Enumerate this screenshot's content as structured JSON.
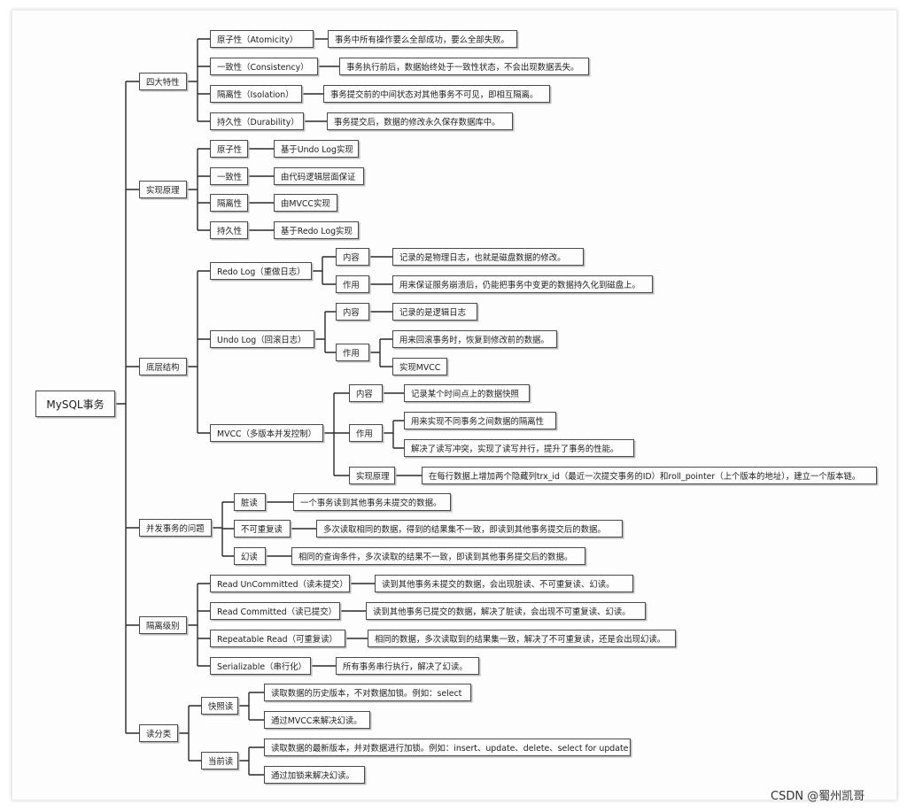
{
  "root": "MySQL事务",
  "sections": [
    {
      "label": "四大特性",
      "children": [
        {
          "label": "原子性（Atomicity）",
          "leaves": [
            "事务中所有操作要么全部成功，要么全部失败。"
          ]
        },
        {
          "label": "一致性（Consistency）",
          "leaves": [
            "事务执行前后，数据始终处于一致性状态，不会出现数据丢失。"
          ]
        },
        {
          "label": "隔离性（Isolation）",
          "leaves": [
            "事务提交前的中间状态对其他事务不可见，即相互隔离。"
          ]
        },
        {
          "label": "持久性（Durability）",
          "leaves": [
            "事务提交后，数据的修改永久保存数据库中。"
          ]
        }
      ]
    },
    {
      "label": "实现原理",
      "children": [
        {
          "label": "原子性",
          "leaves": [
            "基于Undo Log实现"
          ]
        },
        {
          "label": "一致性",
          "leaves": [
            "由代码逻辑层面保证"
          ]
        },
        {
          "label": "隔离性",
          "leaves": [
            "由MVCC实现"
          ]
        },
        {
          "label": "持久性",
          "leaves": [
            "基于Redo Log实现"
          ]
        }
      ]
    },
    {
      "label": "底层结构",
      "children": [
        {
          "label": "Redo Log（重做日志）",
          "groups": [
            {
              "label": "内容",
              "leaves": [
                "记录的是物理日志，也就是磁盘数据的修改。"
              ]
            },
            {
              "label": "作用",
              "leaves": [
                "用来保证服务崩溃后，仍能把事务中变更的数据持久化到磁盘上。"
              ]
            }
          ]
        },
        {
          "label": "Undo Log（回滚日志）",
          "groups": [
            {
              "label": "内容",
              "leaves": [
                "记录的是逻辑日志"
              ]
            },
            {
              "label": "作用",
              "leaves": [
                "用来回滚事务时，恢复到修改前的数据。",
                "实现MVCC"
              ]
            }
          ]
        },
        {
          "label": "MVCC（多版本并发控制）",
          "groups": [
            {
              "label": "内容",
              "leaves": [
                "记录某个时间点上的数据快照"
              ]
            },
            {
              "label": "作用",
              "leaves": [
                "用来实现不同事务之间数据的隔离性",
                "解决了读写冲突，实现了读写并行，提升了事务的性能。"
              ]
            },
            {
              "label": "实现原理",
              "leaves": [
                "在每行数据上增加两个隐藏列trx_id（最近一次提交事务的ID）和roll_pointer（上个版本的地址），建立一个版本链。"
              ]
            }
          ]
        }
      ]
    },
    {
      "label": "并发事务的问题",
      "children": [
        {
          "label": "脏读",
          "leaves": [
            "一个事务读到其他事务未提交的数据。"
          ]
        },
        {
          "label": "不可重复读",
          "leaves": [
            "多次读取相同的数据，得到的结果集不一致，即读到其他事务提交后的数据。"
          ]
        },
        {
          "label": "幻读",
          "leaves": [
            "相同的查询条件，多次读取的结果不一致，即读到其他事务提交后的数据。"
          ]
        }
      ]
    },
    {
      "label": "隔离级别",
      "children": [
        {
          "label": "Read UnCommitted（读未提交）",
          "leaves": [
            "读到其他事务未提交的数据，会出现脏读、不可重复读、幻读。"
          ]
        },
        {
          "label": "Read Committed（读已提交）",
          "leaves": [
            "读到其他事务已提交的数据，解决了脏读，会出现不可重复读、幻读。"
          ]
        },
        {
          "label": "Repeatable Read（可重复读）",
          "leaves": [
            "相同的数据，多次读取到的结果集一致，解决了不可重复读，还是会出现幻读。"
          ]
        },
        {
          "label": "Serializable（串行化）",
          "leaves": [
            "所有事务串行执行，解决了幻读。"
          ]
        }
      ]
    },
    {
      "label": "读分类",
      "children": [
        {
          "label": "快照读",
          "leaves": [
            "读取数据的历史版本，不对数据加锁。例如：select",
            "通过MVCC来解决幻读。"
          ]
        },
        {
          "label": "当前读",
          "leaves": [
            "读取数据的最新版本，并对数据进行加锁。例如：insert、update、delete、select for update",
            "通过加锁来解决幻读。"
          ]
        }
      ]
    }
  ],
  "watermark": "CSDN @蜀州凯哥"
}
